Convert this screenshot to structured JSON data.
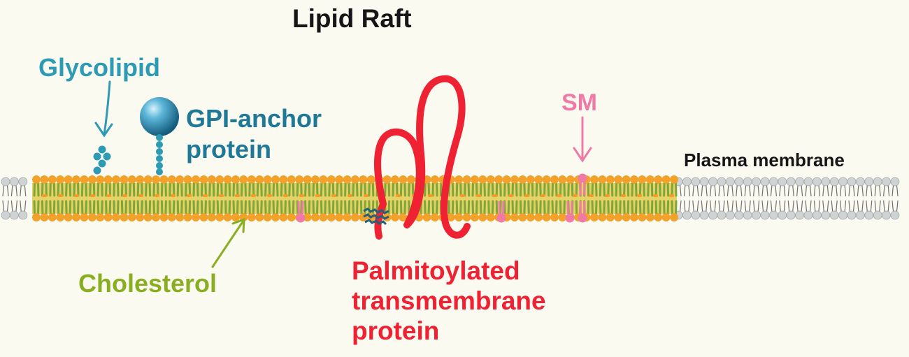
{
  "title": "Lipid Raft",
  "labels": {
    "glycolipid": "Glycolipid",
    "gpi_line1": "GPI-anchor",
    "gpi_line2": "protein",
    "sm": "SM",
    "plasma_membrane": "Plasma membrane",
    "cholesterol": "Cholesterol",
    "palm_line1": "Palmitoylated",
    "palm_line2": "transmembrane",
    "palm_line3": "protein"
  },
  "colors": {
    "glycolipid": "#2e9bb5",
    "gpi": "#1f7896",
    "sm": "#f07aa6",
    "cholesterol": "#8aae22",
    "palmitoylated": "#ee2233",
    "raft_head": "#f2a22a",
    "raft_tail": "#7ea63a",
    "raft_band": "#e7d266",
    "plain_head": "#cfd3d4",
    "plain_tail": "#6e6e6e",
    "anchor": "#25607a"
  },
  "icons": [
    "gpi-sphere-icon",
    "glycolipid-sugar-icon",
    "palmitoyl-anchor-icon"
  ]
}
